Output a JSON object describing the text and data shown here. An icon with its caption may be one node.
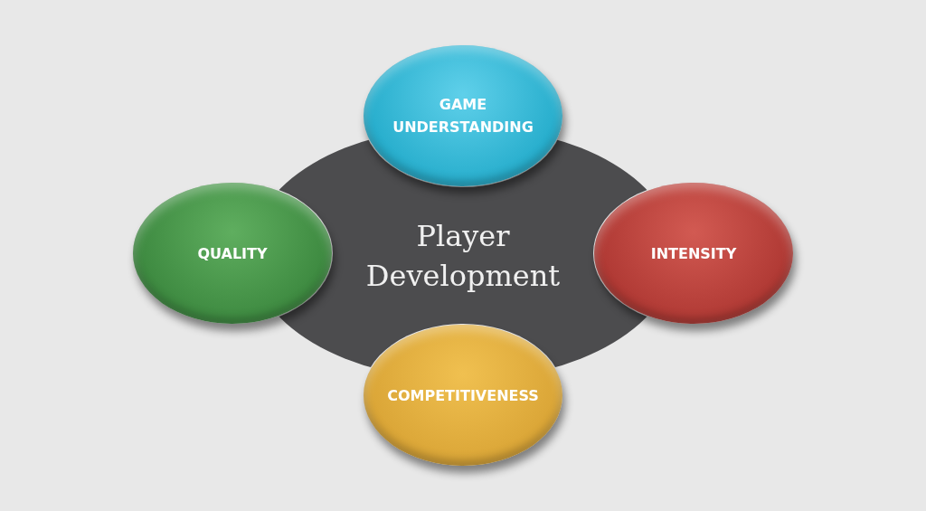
{
  "diagram": {
    "nodes": [
      {
        "text": [
          "GAME UNDERSTANDING"
        ]
      },
      {
        "text": [
          "QUALITY"
        ]
      },
      {
        "text": [
          "Player Development"
        ]
      },
      {
        "text": [
          "INTENSITY"
        ]
      },
      {
        "text": [
          "COMPETITIVENESS"
        ]
      }
    ]
  }
}
